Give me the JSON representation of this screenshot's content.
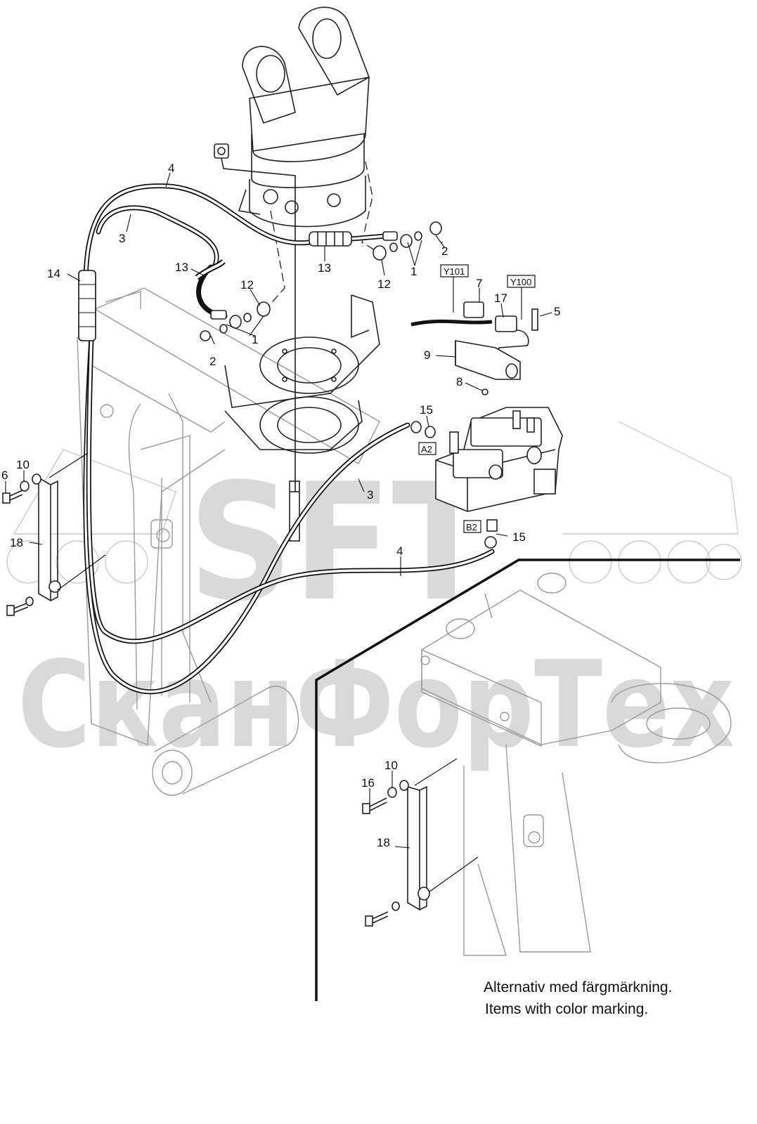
{
  "watermark": {
    "logo_text": "SFT",
    "brand_text": "СканФорТех",
    "color": "#d9d9d9"
  },
  "box_labels": [
    "Y101",
    "Y100",
    "A2",
    "B2"
  ],
  "part_labels": [
    {
      "id": "lbl-4a",
      "text": "4"
    },
    {
      "id": "lbl-3a",
      "text": "3"
    },
    {
      "id": "lbl-14",
      "text": "14"
    },
    {
      "id": "lbl-13a",
      "text": "13"
    },
    {
      "id": "lbl-12a",
      "text": "12"
    },
    {
      "id": "lbl-1a",
      "text": "1"
    },
    {
      "id": "lbl-2a",
      "text": "2"
    },
    {
      "id": "lbl-13b",
      "text": "13"
    },
    {
      "id": "lbl-2b",
      "text": "2"
    },
    {
      "id": "lbl-12b",
      "text": "12"
    },
    {
      "id": "lbl-1b",
      "text": "1"
    },
    {
      "id": "lbl-7",
      "text": "7"
    },
    {
      "id": "lbl-17",
      "text": "17"
    },
    {
      "id": "lbl-5",
      "text": "5"
    },
    {
      "id": "lbl-9",
      "text": "9"
    },
    {
      "id": "lbl-8",
      "text": "8"
    },
    {
      "id": "lbl-15a",
      "text": "15"
    },
    {
      "id": "lbl-3b",
      "text": "3"
    },
    {
      "id": "lbl-15b",
      "text": "15"
    },
    {
      "id": "lbl-4b",
      "text": "4"
    },
    {
      "id": "lbl-6",
      "text": "6"
    },
    {
      "id": "lbl-10a",
      "text": "10"
    },
    {
      "id": "lbl-18a",
      "text": "18"
    },
    {
      "id": "lbl-10b",
      "text": "10"
    },
    {
      "id": "lbl-16",
      "text": "16"
    },
    {
      "id": "lbl-18b",
      "text": "18"
    }
  ],
  "caption": {
    "line1": "Alternativ med färgmärkning.",
    "line2": "Items with color marking."
  }
}
